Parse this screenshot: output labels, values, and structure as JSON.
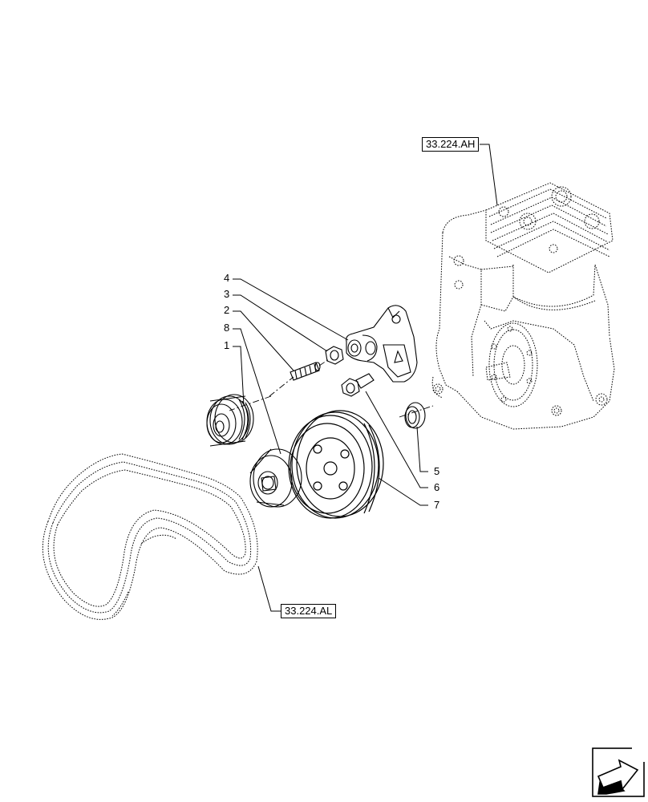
{
  "references": {
    "compressor_ref": "33.224.AH",
    "belt_ref": "33.224.AL"
  },
  "callouts": {
    "c1": "1",
    "c2": "2",
    "c3": "3",
    "c4": "4",
    "c5": "5",
    "c6": "6",
    "c7": "7",
    "c8": "8"
  },
  "icons": {
    "nav": "arrow-icon"
  }
}
